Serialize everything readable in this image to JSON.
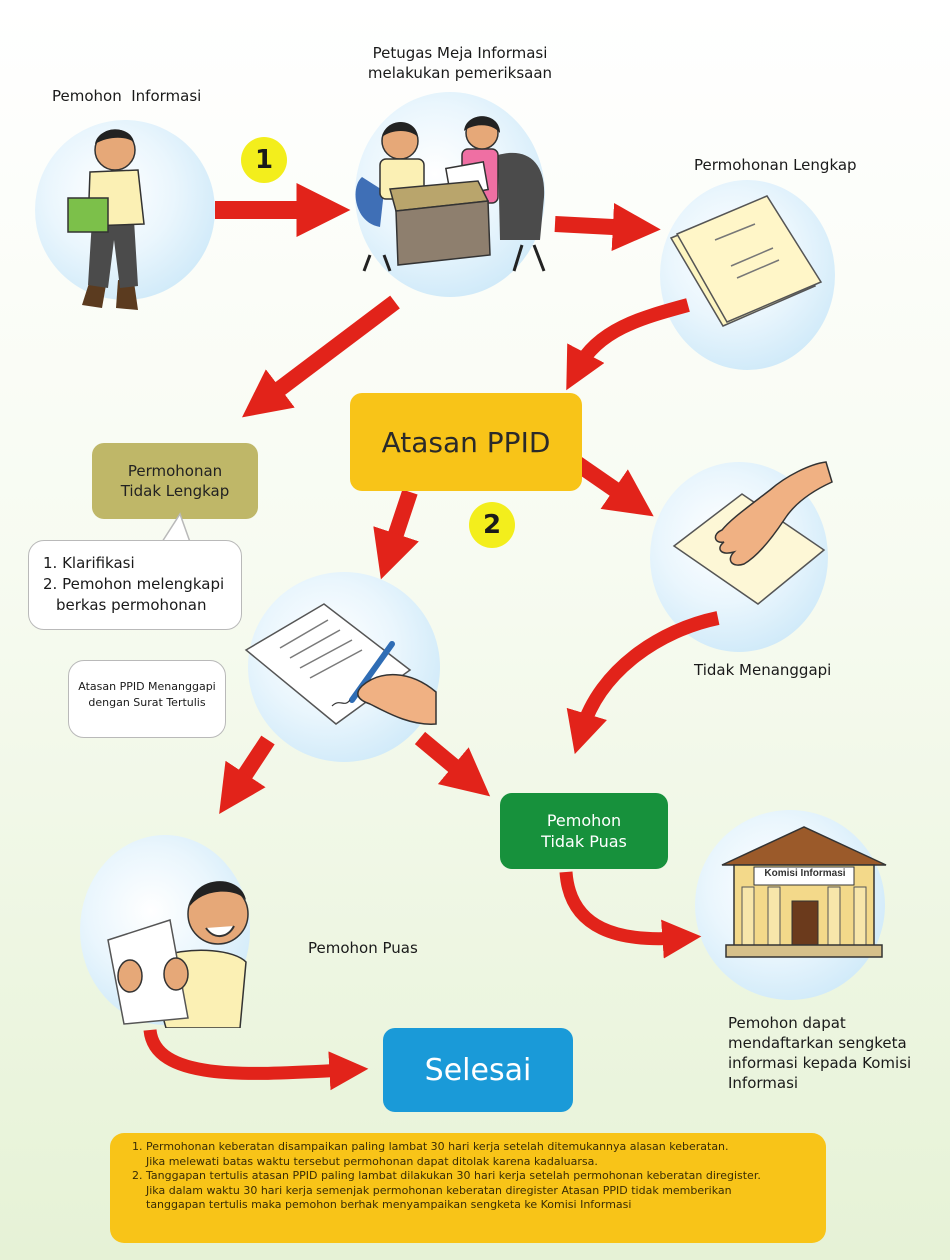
{
  "labels": {
    "pemohon_informasi": "Pemohon  Informasi",
    "petugas_line1": "Petugas Meja Informasi",
    "petugas_line2": "melakukan pemeriksaan",
    "permohonan_lengkap": "Permohonan Lengkap",
    "tidak_menanggapi": "Tidak Menanggapi",
    "pemohon_puas": "Pemohon Puas",
    "komisi_line1": "Pemohon dapat",
    "komisi_line2": "mendaftarkan sengketa",
    "komisi_line3": "informasi kepada Komisi",
    "komisi_line4": "Informasi",
    "sign": "Komisi Informasi"
  },
  "steps": {
    "step1": "1",
    "step2": "2"
  },
  "boxes": {
    "atasan_ppid": "Atasan PPID",
    "tidak_lengkap_line1": "Permohonan",
    "tidak_lengkap_line2": "Tidak Lengkap",
    "tidak_puas_line1": "Pemohon",
    "tidak_puas_line2": "Tidak Puas",
    "selesai": "Selesai"
  },
  "bubbles": {
    "klarifikasi": "1. Klarifikasi",
    "melengkapi_line1": "2. Pemohon melengkapi",
    "melengkapi_line2": "berkas permohonan",
    "surat_line1": "Atasan PPID Menanggapi",
    "surat_line2": "dengan Surat Tertulis"
  },
  "notes": {
    "n1_num": "1.",
    "n1_line1": "Permohonan keberatan disampaikan paling lambat 30 hari kerja setelah ditemukannya alasan keberatan.",
    "n1_line2": "Jika melewati batas waktu tersebut permohonan dapat ditolak karena kadaluarsa.",
    "n2_num": "2.",
    "n2_line1": "Tanggapan tertulis atasan PPID paling lambat dilakukan 30 hari kerja setelah permohonan keberatan diregister.",
    "n2_line2": "Jika dalam waktu 30 hari kerja semenjak permohonan keberatan diregister Atasan PPID tidak memberikan",
    "n2_line3": "tanggapan tertulis maka pemohon berhak menyampaikan sengketa ke Komisi Informasi"
  },
  "colors": {
    "arrow": "#e2231a",
    "atasan_box": "#f8c418",
    "tidak_lengkap_box": "#bfb768",
    "tidak_puas_box": "#17913c",
    "selesai_box": "#1a9ad8",
    "step_dot": "#f3ee1c"
  }
}
